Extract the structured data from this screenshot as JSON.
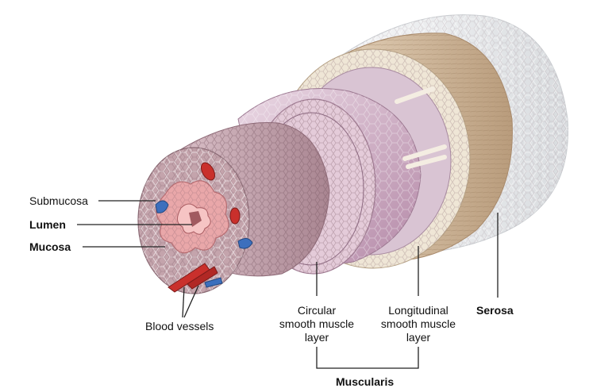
{
  "labels": {
    "submucosa": "Submucosa",
    "lumen": "Lumen",
    "mucosa": "Mucosa",
    "blood_vessels": "Blood vessels",
    "circular": [
      "Circular",
      "smooth muscle",
      "layer"
    ],
    "longitudinal": [
      "Longitudinal",
      "smooth muscle",
      "layer"
    ],
    "serosa": "Serosa",
    "muscularis": "Muscularis"
  },
  "colors": {
    "serosa": "#eef0f2",
    "longitudinal_muscle": "#d9c3a6",
    "fiber_bundles": "#f3ece0",
    "circular_muscle": "#c9a6bf",
    "submucosa": "#bd9da8",
    "mucosa": "#b78f92",
    "lumen": "#f0b0b0",
    "artery": "#c9302c",
    "vein": "#3c6fbd",
    "leader_line": "#222222"
  }
}
